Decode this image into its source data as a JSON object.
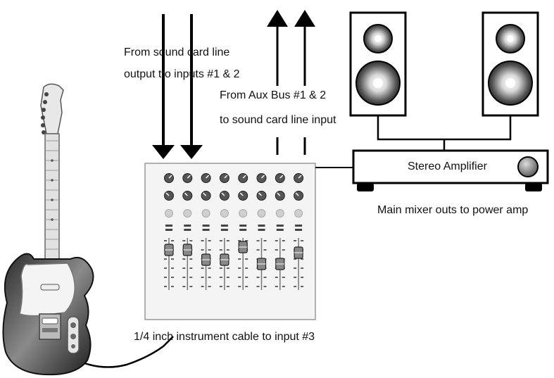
{
  "labels": {
    "sound_card_line_1": "From sound card line",
    "sound_card_line_2": "output tto inputs #1 & 2",
    "aux_bus_1": "From Aux Bus #1 & 2",
    "aux_bus_2": "to sound card line input",
    "stereo_amplifier": "Stereo Amplifier",
    "main_outs": "Main mixer outs to power amp",
    "instrument_cable": "1/4 inch instrument cable to input #3"
  },
  "icons": {
    "guitar": "electric-guitar-icon",
    "mixer": "mixer-console-icon",
    "speaker": "speaker-icon",
    "amplifier": "amplifier-icon"
  },
  "colors": {
    "line": "#000000",
    "mixer_face": "#f2f2f2",
    "guitar_body": "#3a3a3a",
    "pickguard": "#f4f4f4"
  }
}
